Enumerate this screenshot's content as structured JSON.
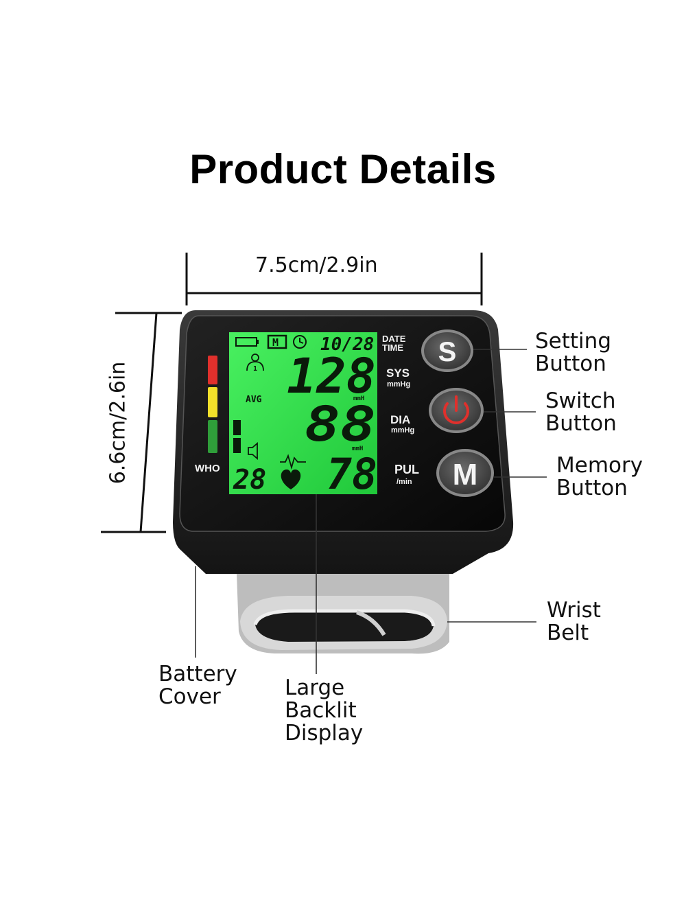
{
  "title": "Product Details",
  "dimensions": {
    "width": "7.5cm/2.9in",
    "height": "6.6cm/2.6in"
  },
  "callouts": {
    "setting": [
      "Setting",
      "Button"
    ],
    "switch": [
      "Switch",
      "Button"
    ],
    "memory": [
      "Memory",
      "Button"
    ],
    "wrist": [
      "Wrist",
      "Belt"
    ],
    "battery": [
      "Battery",
      "Cover"
    ],
    "backlit": [
      "Large",
      "Backlit",
      "Display"
    ]
  },
  "device": {
    "buttons": {
      "setting": "S",
      "memory": "M"
    },
    "side_labels": {
      "date": "DATE",
      "time": "TIME",
      "sys": "SYS",
      "sys_unit": "mmHg",
      "dia": "DIA",
      "dia_unit": "mmHg",
      "pul": "PUL",
      "pul_unit": "/min",
      "who": "WHO"
    },
    "lcd": {
      "memory_icon": "M",
      "date": "10/28",
      "sys": "128",
      "sys_unit": "mmH",
      "avg": "AVG",
      "dia": "88",
      "dia_unit": "mmH",
      "memory_index": "28",
      "pulse": "78",
      "user": "1"
    },
    "icons": [
      "battery-icon",
      "clock-icon",
      "user-icon",
      "speaker-icon",
      "heart-icon",
      "power-icon"
    ],
    "who_colors": [
      "#e0302c",
      "#f2e02a",
      "#2f9e3a"
    ],
    "lcd_color": "#2ee84a"
  }
}
